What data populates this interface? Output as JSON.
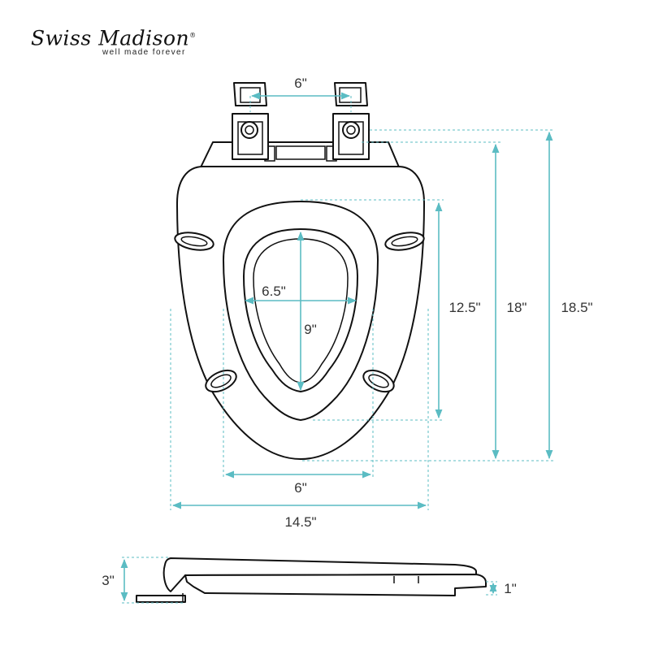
{
  "brand": {
    "name": "Swiss Madison",
    "registered": "®",
    "tagline": "well made forever"
  },
  "dimensions": {
    "hinge_spacing": "6\"",
    "bowl_width": "6.5\"",
    "bowl_length": "9\"",
    "opening_length": "12.5\"",
    "seat_length": "18\"",
    "overall_length": "18.5\"",
    "opening_width": "6\"",
    "seat_width": "14.5\"",
    "side_height": "3\"",
    "seat_thickness": "1\""
  },
  "colors": {
    "dimension_line": "#5bbcc3",
    "outline": "#111111",
    "text": "#333333"
  }
}
